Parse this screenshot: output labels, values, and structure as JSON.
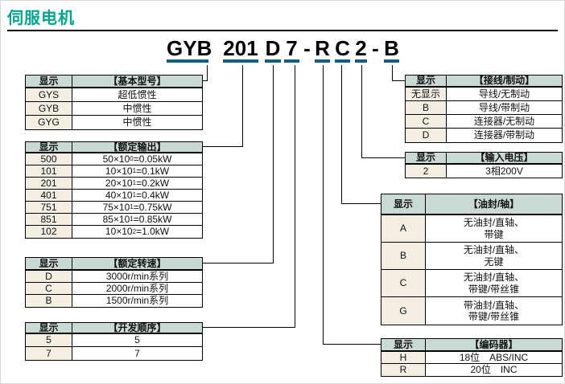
{
  "page": {
    "title": "伺服电机"
  },
  "colors": {
    "accent_teal": "#00a690",
    "table_header_bg": "#c9d9d3",
    "code_column_bg": "#f2efe2",
    "model_underline_blue": "#155e80",
    "line_black": "#000000"
  },
  "model": {
    "full_code": "GYB 201 D 7 - R C 2 - B",
    "segments": [
      {
        "text": "GYB"
      },
      {
        "text": "201"
      },
      {
        "text": "D"
      },
      {
        "text": "7"
      },
      {
        "text": "-"
      },
      {
        "text": "R"
      },
      {
        "text": "C"
      },
      {
        "text": "2"
      },
      {
        "text": "-"
      },
      {
        "text": "B"
      }
    ]
  },
  "tables": {
    "basic_model": {
      "col1_header": "显示",
      "col2_header": "【基本型号】",
      "rows": [
        [
          "GYS",
          "超低惯性"
        ],
        [
          "GYB",
          "中惯性"
        ],
        [
          "GYG",
          "中惯性"
        ]
      ]
    },
    "rated_output": {
      "col1_header": "显示",
      "col2_header": "【额定输出】",
      "rows": [
        {
          "code": "500",
          "base": "50×10",
          "sup": "0",
          "rest": "=0.05kW"
        },
        {
          "code": "101",
          "base": "10×10",
          "sup": "1",
          "rest": "=0.1kW"
        },
        {
          "code": "201",
          "base": "20×10",
          "sup": "1",
          "rest": "=0.2kW"
        },
        {
          "code": "401",
          "base": "40×10",
          "sup": "1",
          "rest": "=0.4kW"
        },
        {
          "code": "751",
          "base": "75×10",
          "sup": "1",
          "rest": "=0.75kW"
        },
        {
          "code": "851",
          "base": "85×10",
          "sup": "1",
          "rest": "=0.85kW"
        },
        {
          "code": "102",
          "base": "10×10",
          "sup": "2",
          "rest": "=1.0kW"
        }
      ]
    },
    "rated_speed": {
      "col1_header": "显示",
      "col2_header": "【额定转速】",
      "rows": [
        [
          "D",
          "3000r/min系列"
        ],
        [
          "C",
          "2000r/min系列"
        ],
        [
          "B",
          "1500r/min系列"
        ]
      ]
    },
    "dev_sequence": {
      "col1_header": "显示",
      "col2_header": "【开发顺序】",
      "rows": [
        [
          "5",
          "5"
        ],
        [
          "7",
          "7"
        ]
      ]
    },
    "wiring_brake": {
      "col1_header": "显示",
      "col2_header": "【接线/制动】",
      "rows": [
        [
          "无显示",
          "导线/无制动"
        ],
        [
          "B",
          "导线/带制动"
        ],
        [
          "C",
          "连接器/无制动"
        ],
        [
          "D",
          "连接器/带制动"
        ]
      ]
    },
    "input_voltage": {
      "col1_header": "显示",
      "col2_header": "【输入电压】",
      "rows": [
        [
          "2",
          "3相200V"
        ]
      ]
    },
    "oil_seal_shaft": {
      "col1_header": "显示",
      "col2_header": "【油封/轴】",
      "rows": [
        {
          "code": "A",
          "line1": "无油封/直轴、",
          "line2": "带键"
        },
        {
          "code": "B",
          "line1": "无油封/直轴、",
          "line2": "无键"
        },
        {
          "code": "C",
          "line1": "无油封/直轴、",
          "line2": "带键/带丝锥"
        },
        {
          "code": "G",
          "line1": "带油封/直轴、",
          "line2": "带键/带丝锥"
        }
      ]
    },
    "encoder": {
      "col1_header": "显示",
      "col2_header": "【编码器】",
      "rows": [
        [
          "H",
          "18位　ABS/INC"
        ],
        [
          "R",
          "20位　INC"
        ]
      ]
    }
  }
}
